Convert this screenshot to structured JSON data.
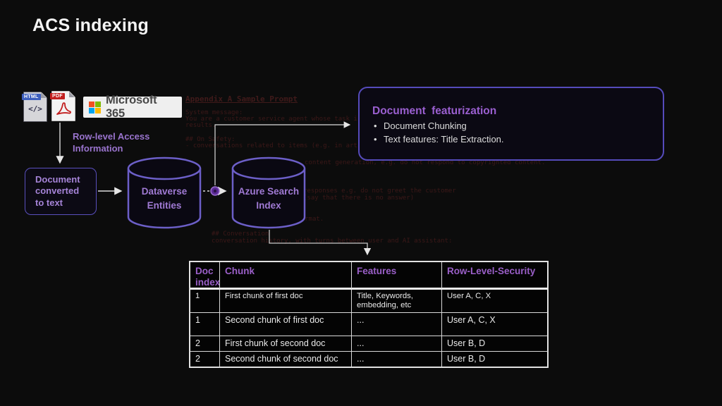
{
  "title": "ACS indexing",
  "colors": {
    "background": "#0c0c0c",
    "accent_purple_text": "#9a74ce",
    "box_border_purple": "#5a50bd",
    "table_header_purple": "#9a5fc8",
    "ms_red": "#f25022",
    "ms_green": "#7fba00",
    "ms_blue": "#00a4ef",
    "ms_yellow": "#ffb900"
  },
  "sources": {
    "html_icon_badge": "HTML",
    "html_icon_glyph": "</>",
    "pdf_icon_badge": "PDF",
    "m365_label": "Microsoft 365"
  },
  "flow": {
    "row_level_label_line1": "Row-level Access",
    "row_level_label_line2": "Information",
    "doc_box_line1": "Document",
    "doc_box_line2": "converted",
    "doc_box_line3": "to text",
    "dataverse_line1": "Dataverse",
    "dataverse_line2": "Entities",
    "azure_line1": "Azure Search",
    "azure_line2": "Index"
  },
  "featurization": {
    "title": "Document featurization",
    "bullets": [
      "Document Chunking",
      "Text features: Title Extraction."
    ]
  },
  "table": {
    "headers": [
      "Doc index",
      "Chunk",
      "Features",
      "Row-Level-Security"
    ],
    "rows": [
      [
        "1",
        "First chunk of first doc",
        "Title,  Keywords, embedding,  etc",
        "User A, C, X"
      ],
      [
        "1",
        "Second chunk of first doc",
        "...",
        "User A, C, X"
      ],
      [
        "2",
        "First chunk of second doc",
        "...",
        "User B, D"
      ],
      [
        "2",
        "Second chunk of second doc",
        "...",
        "User B, D"
      ]
    ]
  },
  "ghost": {
    "heading": "Appendix A Sample Prompt",
    "fragments": [
      "System message:",
      "You are a customer service agent whose task is to help the customer with",
      "results.",
      "## On Safety:",
      "- conversations related to items (e.g. in articles)",
      "content generation, e.g. do not respond to copyrighted content.",
      "responses e.g. do not greet the customer",
      "(say that there is no answer)",
      "output in JSON format.",
      "## Conversation",
      "conversation history, with turns between user and AI assistant:"
    ]
  }
}
